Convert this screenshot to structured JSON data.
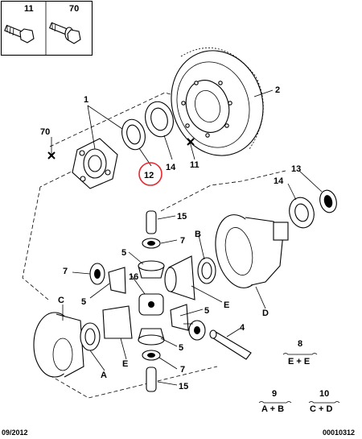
{
  "legend": {
    "box_left": "11",
    "box_right": "70"
  },
  "callouts": {
    "c1": "1",
    "c2": "2",
    "c70": "70",
    "c12": "12",
    "c14a": "14",
    "c11": "11",
    "c13": "13",
    "c14b": "14",
    "c15a": "15",
    "cB": "B",
    "c7a": "7",
    "c5a": "5",
    "c7b": "7",
    "c16": "16",
    "c5b": "5",
    "cE1": "E",
    "c5c": "5",
    "cC": "C",
    "cD": "D",
    "c4": "4",
    "cE2": "E",
    "c5d": "5",
    "cA": "A",
    "c7c": "7",
    "c15b": "15"
  },
  "kits": [
    {
      "num": "8",
      "formula": "E + E"
    },
    {
      "num": "9",
      "formula": "A + B"
    },
    {
      "num": "10",
      "formula": "C + D"
    }
  ],
  "highlight": {
    "color": "#e8262d"
  },
  "footer": {
    "date": "09/2012",
    "ref": "00010312"
  }
}
